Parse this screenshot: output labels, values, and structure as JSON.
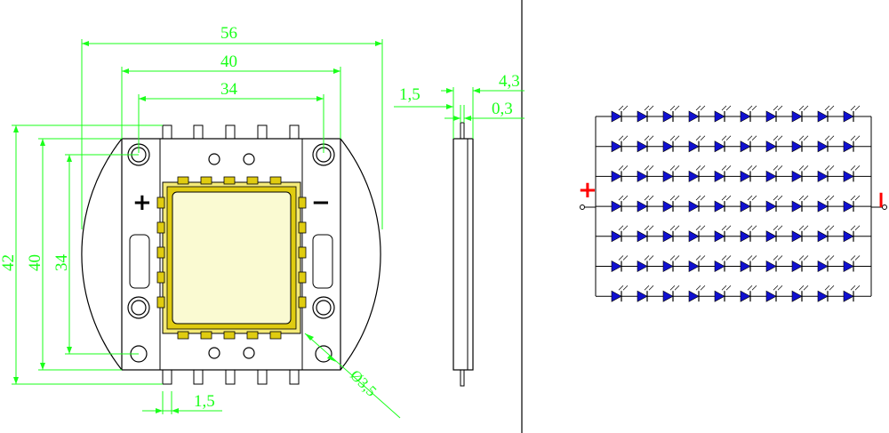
{
  "front_view": {
    "dim_56": "56",
    "dim_40_h": "40",
    "dim_34_h": "34",
    "dim_42": "42",
    "dim_40_v": "40",
    "dim_34_v": "34",
    "dim_pitch": "1,5",
    "dim_hole": "Ø3,5",
    "plus_label": "+",
    "minus_label": "−"
  },
  "side_view": {
    "dim_thickness": "1,5",
    "dim_height": "4,3",
    "dim_lens": "0,3"
  },
  "schematic": {
    "rows": 7,
    "cols": 10,
    "plus_label": "+",
    "minus_label": "−"
  },
  "colors": {
    "dimension": "#1aff1a",
    "outline": "#000000",
    "led_fill": "#1010d0",
    "phosphor": "#fafad2",
    "gold": "#e0cc10",
    "polarity": "#ff0000"
  }
}
